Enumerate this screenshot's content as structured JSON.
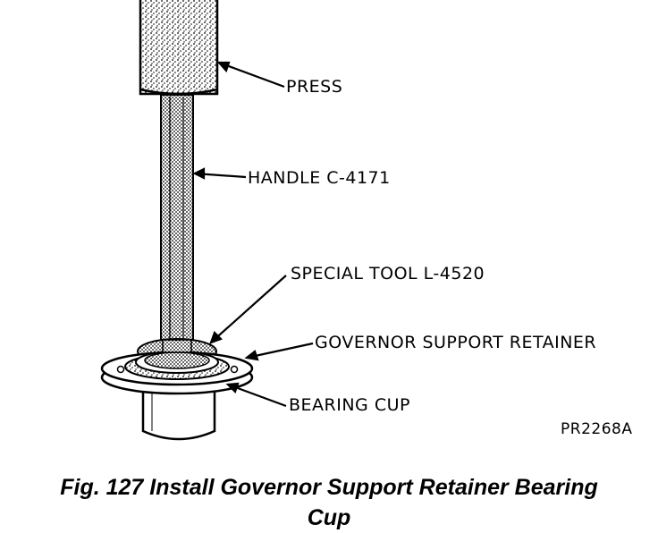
{
  "labels": {
    "press": "PRESS",
    "handle": "HANDLE C-4171",
    "special_tool": "SPECIAL TOOL L-4520",
    "retainer": "GOVERNOR SUPPORT RETAINER",
    "bearing_cup": "BEARING CUP"
  },
  "figure_id": "PR2268A",
  "caption": {
    "line1": "Fig. 127 Install Governor Support Retainer Bearing",
    "line2": "Cup"
  }
}
